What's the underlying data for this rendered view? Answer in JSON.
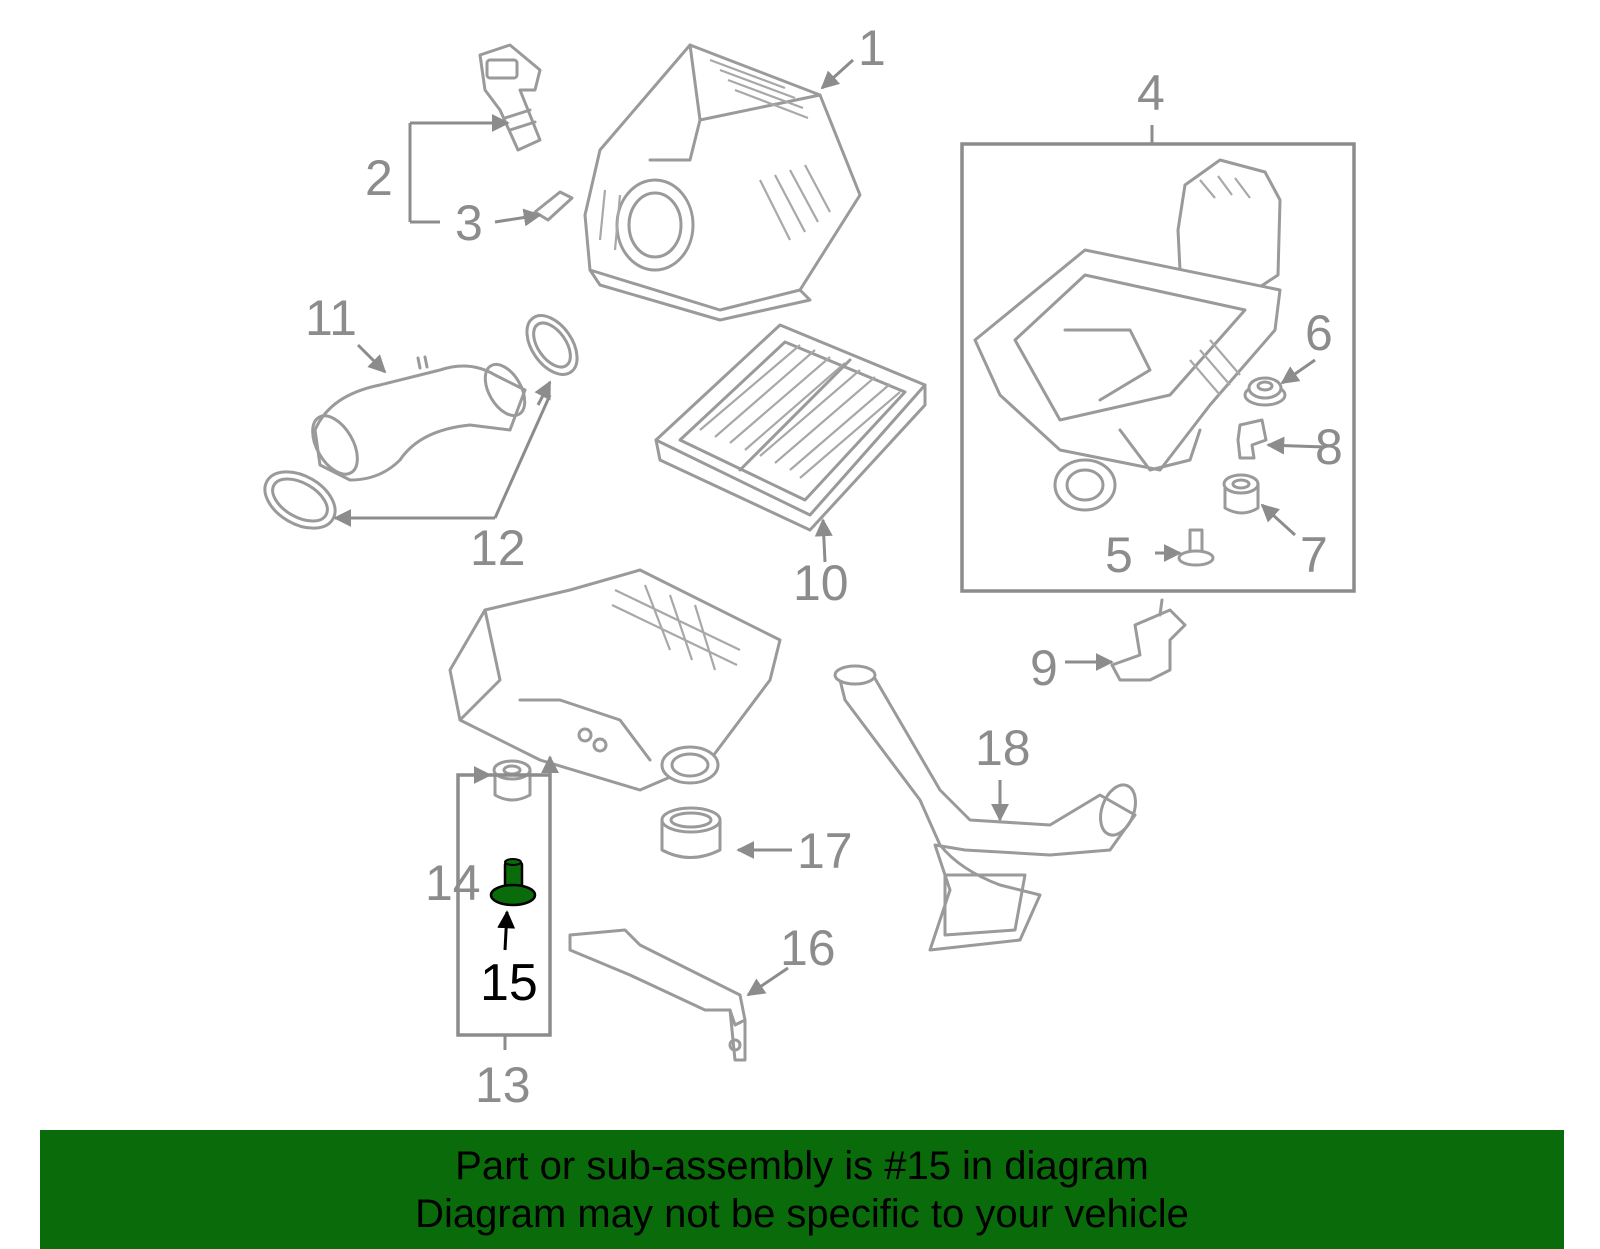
{
  "callouts": {
    "c1": "1",
    "c2": "2",
    "c3": "3",
    "c4": "4",
    "c5": "5",
    "c6": "6",
    "c7": "7",
    "c8": "8",
    "c9": "9",
    "c10": "10",
    "c11": "11",
    "c12": "12",
    "c13": "13",
    "c14": "14",
    "c15": "15",
    "c16": "16",
    "c17": "17",
    "c18": "18"
  },
  "highlighted_part": "15",
  "colors": {
    "line": "#9a9a9a",
    "highlight_part": "#0a6b0a",
    "banner": "#0a6b0a"
  },
  "banner": {
    "line1": "Part or sub-assembly is #15 in diagram",
    "line2": "Diagram may not be specific to your vehicle"
  }
}
